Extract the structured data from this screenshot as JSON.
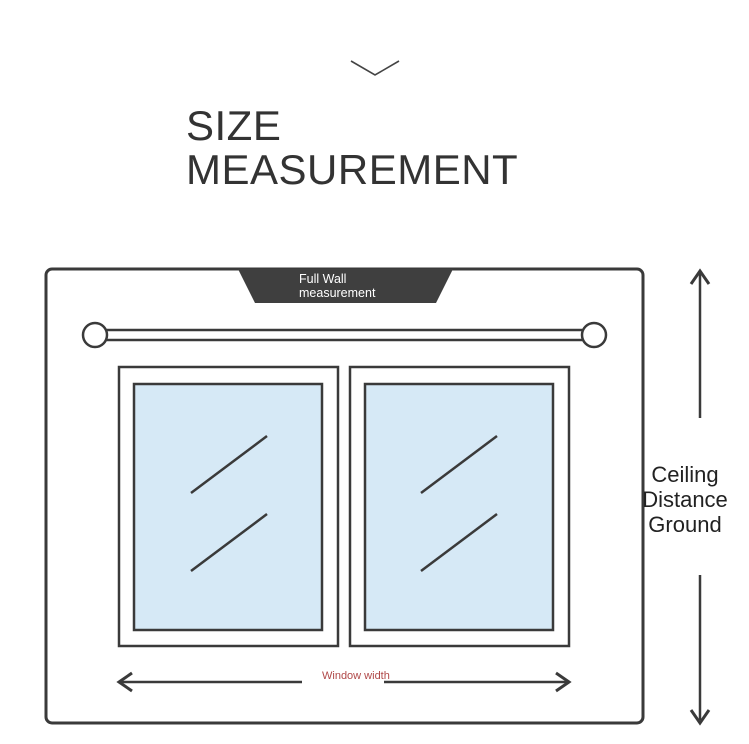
{
  "title": {
    "line1": "SIZE",
    "line2": "MEASUREMENT"
  },
  "wall_tab": {
    "line1": "Full Wall",
    "line2": "measurement"
  },
  "window_width_label": "Window width",
  "height_label": {
    "line1": "Ceiling",
    "line2": "Distance",
    "line3": "Ground"
  },
  "colors": {
    "stroke": "#3a3a3a",
    "glass": "#d6e9f6",
    "tab": "#3f3f3f",
    "window_width_text": "#b04848"
  },
  "icons": [
    "chevron-down-icon",
    "arrow-left-icon",
    "arrow-right-icon",
    "arrow-up-icon",
    "arrow-down-icon"
  ]
}
